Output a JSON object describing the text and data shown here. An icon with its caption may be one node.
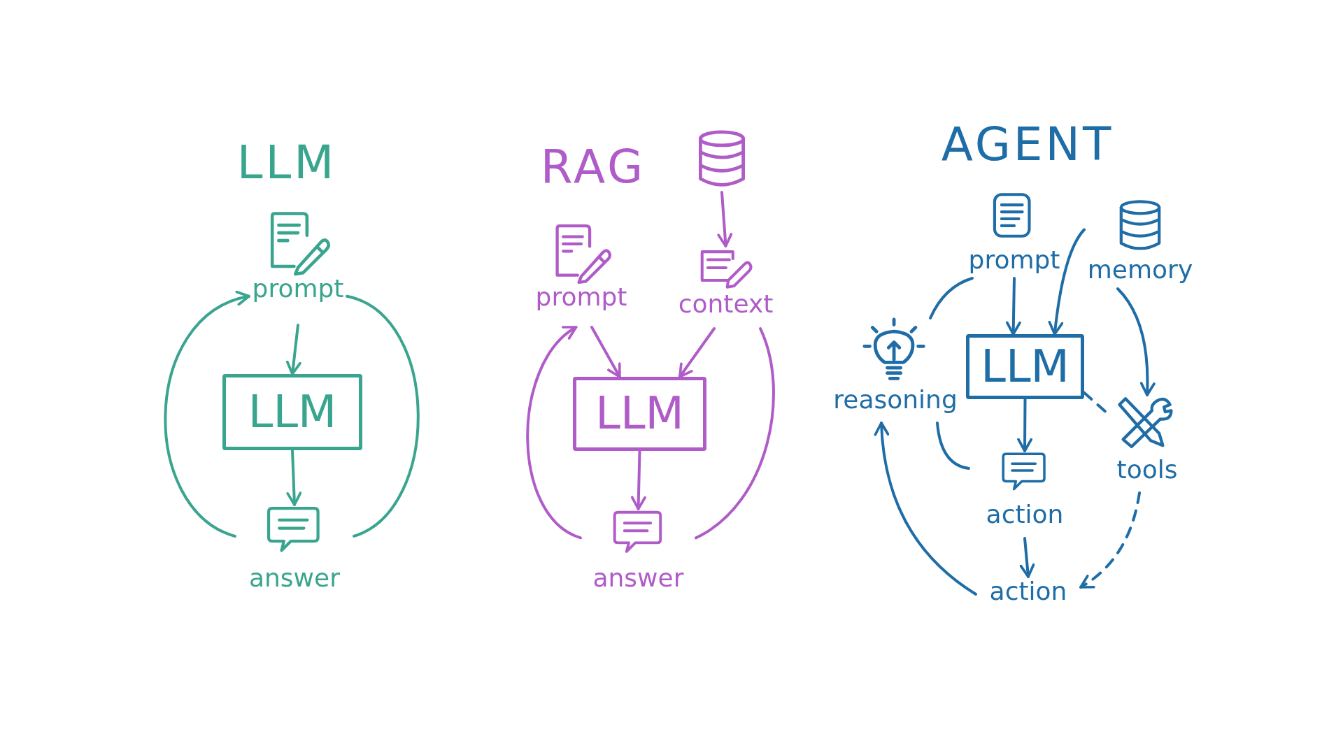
{
  "diagram": {
    "nodes": [
      {
        "text": [
          "prompt"
        ]
      },
      {
        "text": [
          "LLM"
        ]
      },
      {
        "text": [
          "answer"
        ]
      },
      {
        "text": [],
        "shape": "cylinder"
      },
      {
        "text": [
          "prompt"
        ]
      },
      {
        "text": [
          "context"
        ]
      },
      {
        "text": [
          "LLM"
        ]
      },
      {
        "text": [
          "answer"
        ]
      },
      {
        "text": [
          "prompt"
        ]
      },
      {
        "text": [
          "memory"
        ]
      },
      {
        "text": [
          "reasoning"
        ]
      },
      {
        "text": [
          "LLM"
        ]
      },
      {
        "text": [
          "tools"
        ]
      },
      {
        "text": [
          "action"
        ]
      },
      {
        "text": [
          "action"
        ]
      }
    ],
    "edges": [
      {
        "from": 0,
        "to": 1,
        "arrow": "to",
        "color": "#3aa58f"
      },
      {
        "from": 1,
        "to": 2,
        "arrow": "to",
        "color": "#3aa58f"
      },
      {
        "from": 2,
        "to": 0,
        "arrow": "to",
        "color": "#3aa58f"
      },
      {
        "from": 0,
        "to": 2,
        "arrow": "none",
        "color": "#3aa58f"
      },
      {
        "from": 3,
        "to": 5,
        "arrow": "to",
        "color": "#b05cc8"
      },
      {
        "from": 4,
        "to": 6,
        "arrow": "to",
        "color": "#b05cc8"
      },
      {
        "from": 5,
        "to": 6,
        "arrow": "to",
        "color": "#b05cc8"
      },
      {
        "from": 6,
        "to": 7,
        "arrow": "to",
        "color": "#b05cc8"
      },
      {
        "from": 7,
        "to": 4,
        "arrow": "to",
        "color": "#b05cc8"
      },
      {
        "from": 5,
        "to": 7,
        "arrow": "none",
        "color": "#b05cc8"
      },
      {
        "from": 8,
        "to": 11,
        "arrow": "to"
      },
      {
        "from": 9,
        "to": 11,
        "arrow": "to"
      },
      {
        "from": 9,
        "to": 12,
        "arrow": "to"
      },
      {
        "from": 8,
        "to": 10,
        "arrow": "none"
      },
      {
        "from": 11,
        "to": 12,
        "arrow": "none",
        "style": "dashed"
      },
      {
        "from": 11,
        "to": 13,
        "arrow": "to"
      },
      {
        "from": 13,
        "to": 10,
        "arrow": "none"
      },
      {
        "from": 13,
        "to": 14,
        "arrow": "to"
      },
      {
        "from": 12,
        "to": 14,
        "arrow": "to",
        "style": "dashed"
      },
      {
        "from": 14,
        "to": 10,
        "arrow": "to"
      }
    ],
    "labels": [
      "LLM",
      "RAG",
      "AGENT"
    ]
  }
}
